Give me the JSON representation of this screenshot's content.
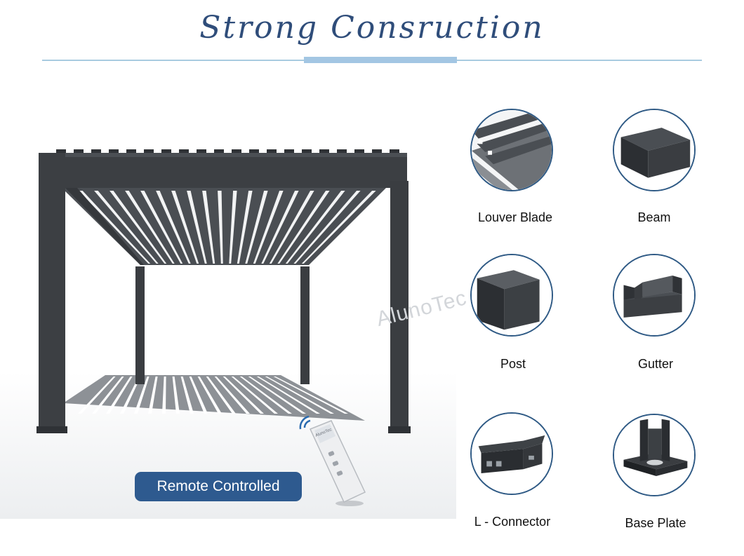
{
  "title": "Strong Consruction",
  "watermark": "AlunoTec",
  "remote_badge": "Remote Controlled",
  "remote_logo": "AlunoTec",
  "parts": [
    {
      "label": "Louver Blade",
      "icon": "louver-blade-icon"
    },
    {
      "label": "Beam",
      "icon": "beam-icon"
    },
    {
      "label": "Post",
      "icon": "post-icon"
    },
    {
      "label": "Gutter",
      "icon": "gutter-icon"
    },
    {
      "label": "L - Connector",
      "icon": "l-connector-icon"
    },
    {
      "label": "Base Plate",
      "icon": "base-plate-icon"
    }
  ],
  "colors": {
    "title": "#2f4d7a",
    "badge": "#2e5a8f",
    "circle_border": "#2f5a85",
    "frame": "#3c3f43",
    "accent_rule": "#a3c6e3"
  }
}
